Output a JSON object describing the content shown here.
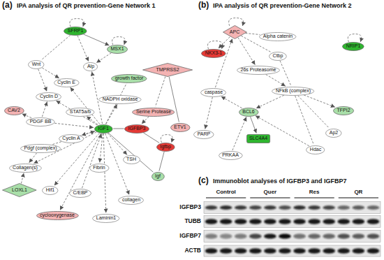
{
  "diagram": {
    "nodes": [
      {
        "text": [
          "SFRP1"
        ]
      },
      {
        "text": [
          "MSX1"
        ]
      },
      {
        "text": [
          "Wnt"
        ]
      },
      {
        "text": [
          "Alp"
        ]
      },
      {
        "text": [
          "Cyclin E"
        ]
      },
      {
        "text": [
          "Cyclin D"
        ]
      },
      {
        "text": [
          "growth factor"
        ]
      },
      {
        "text": [
          "TMPRSS2"
        ]
      },
      {
        "text": [
          "STAT5a/b"
        ]
      },
      {
        "text": [
          "NADPH oxidase"
        ]
      },
      {
        "text": [
          "Serine Protease"
        ]
      },
      {
        "text": [
          "CAV2"
        ]
      },
      {
        "text": [
          "PDGF BB"
        ]
      },
      {
        "text": [
          "ETV1"
        ]
      },
      {
        "text": [
          "IGF1"
        ]
      },
      {
        "text": [
          "IGFBP3"
        ]
      },
      {
        "text": [
          "Cyclin A"
        ]
      },
      {
        "text": [
          "Pdgf (complex)"
        ]
      },
      {
        "text": [
          "Igfbp"
        ]
      },
      {
        "text": [
          "Collagen(s)"
        ]
      },
      {
        "text": [
          "Fibrin"
        ]
      },
      {
        "text": [
          "TSH"
        ]
      },
      {
        "text": [
          "Igf"
        ]
      },
      {
        "text": [
          "LOXL1"
        ]
      },
      {
        "text": [
          "Hif1"
        ]
      },
      {
        "text": [
          "C/EBP"
        ]
      },
      {
        "text": [
          "collagen"
        ]
      },
      {
        "text": [
          "cyclooxygenase"
        ]
      },
      {
        "text": [
          "Laminin1"
        ]
      },
      {
        "text": [
          "APC"
        ]
      },
      {
        "text": [
          "Alpha catenin"
        ]
      },
      {
        "text": [
          "NKX3-1"
        ]
      },
      {
        "text": [
          "NRIP1"
        ]
      },
      {
        "text": [
          "Ctbp"
        ]
      },
      {
        "text": [
          "26s Proteasome"
        ]
      },
      {
        "text": [
          "caspase"
        ]
      },
      {
        "text": [
          "NFkB (complex)"
        ]
      },
      {
        "text": [
          "BCL6"
        ]
      },
      {
        "text": [
          "TFPI2"
        ]
      },
      {
        "text": [
          "Ap2"
        ]
      },
      {
        "text": [
          "SLC4A4"
        ]
      },
      {
        "text": [
          "PARP"
        ]
      },
      {
        "text": [
          "PRKAA"
        ]
      },
      {
        "text": [
          "Hdac"
        ]
      }
    ],
    "edges": [
      {
        "from": 0,
        "to": 0,
        "arrow": "to"
      },
      {
        "from": 0,
        "to": 2,
        "arrow": "none"
      },
      {
        "from": 0,
        "to": 3,
        "arrow": "to"
      },
      {
        "from": 0,
        "to": 1,
        "arrow": "to"
      },
      {
        "from": 1,
        "to": 1,
        "arrow": "to"
      },
      {
        "from": 1,
        "to": 3,
        "arrow": "to"
      },
      {
        "from": 2,
        "to": 5,
        "arrow": "to"
      },
      {
        "from": 2,
        "to": 4,
        "arrow": "to"
      },
      {
        "from": 14,
        "to": 3,
        "arrow": "to"
      },
      {
        "from": 14,
        "to": 6,
        "arrow": "none"
      },
      {
        "from": 7,
        "to": 13,
        "arrow": "none"
      },
      {
        "from": 7,
        "to": 10,
        "arrow": "none"
      },
      {
        "from": 10,
        "to": 15,
        "arrow": "to"
      },
      {
        "from": 14,
        "to": 9,
        "arrow": "to"
      },
      {
        "from": 14,
        "to": 8,
        "arrow": "to"
      },
      {
        "from": 14,
        "to": 5,
        "arrow": "to"
      },
      {
        "from": 14,
        "to": 4,
        "arrow": "to"
      },
      {
        "from": 12,
        "to": 14,
        "arrow": "to"
      },
      {
        "from": 12,
        "to": 11,
        "arrow": "to"
      },
      {
        "from": 12,
        "to": 5,
        "arrow": "to"
      },
      {
        "from": 17,
        "to": 14,
        "arrow": "to"
      },
      {
        "from": 14,
        "to": 16,
        "arrow": "to"
      },
      {
        "from": 15,
        "to": 14,
        "arrow": "none"
      },
      {
        "from": 15,
        "to": 18,
        "arrow": "none"
      },
      {
        "from": 18,
        "to": 18,
        "arrow": "to"
      },
      {
        "from": 18,
        "to": 22,
        "arrow": "none"
      },
      {
        "from": 14,
        "to": 22,
        "arrow": "none"
      },
      {
        "from": 14,
        "to": 21,
        "arrow": "to"
      },
      {
        "from": 14,
        "to": 20,
        "arrow": "to"
      },
      {
        "from": 14,
        "to": 26,
        "arrow": "to"
      },
      {
        "from": 14,
        "to": 28,
        "arrow": "to"
      },
      {
        "from": 25,
        "to": 14,
        "arrow": "to"
      },
      {
        "from": 14,
        "to": 27,
        "arrow": "to"
      },
      {
        "from": 14,
        "to": 19,
        "arrow": "to"
      },
      {
        "from": 14,
        "to": 24,
        "arrow": "to"
      },
      {
        "from": 23,
        "to": 19,
        "arrow": "to"
      },
      {
        "from": 17,
        "to": 19,
        "arrow": "to"
      },
      {
        "from": 29,
        "to": 29,
        "arrow": "to"
      },
      {
        "from": 31,
        "to": 31,
        "arrow": "to"
      },
      {
        "from": 32,
        "to": 32,
        "arrow": "to"
      },
      {
        "from": 29,
        "to": 30,
        "arrow": "none"
      },
      {
        "from": 29,
        "to": 33,
        "arrow": "none"
      },
      {
        "from": 29,
        "to": 34,
        "arrow": "to"
      },
      {
        "from": 29,
        "to": 31,
        "arrow": "to"
      },
      {
        "from": 35,
        "to": 29,
        "arrow": "to"
      },
      {
        "from": 34,
        "to": 36,
        "arrow": "to"
      },
      {
        "from": 33,
        "to": 36,
        "arrow": "none"
      },
      {
        "from": 35,
        "to": 41,
        "arrow": "to"
      },
      {
        "from": 36,
        "to": 37,
        "arrow": "to"
      },
      {
        "from": 36,
        "to": 38,
        "arrow": "to"
      },
      {
        "from": 36,
        "to": 39,
        "arrow": "none"
      },
      {
        "from": 36,
        "to": 43,
        "arrow": "none"
      },
      {
        "from": 37,
        "to": 40,
        "arrow": "to"
      },
      {
        "from": 42,
        "to": 37,
        "arrow": "to"
      },
      {
        "from": 37,
        "to": 35,
        "arrow": "to"
      },
      {
        "from": 43,
        "to": 37,
        "arrow": "to"
      }
    ],
    "labels": [
      "(a)",
      "IPA analysis of QR prevention-Gene Network 1",
      "(b)",
      "IPA analysis of QR prevention-Gene Network 2",
      "(c)",
      "Immunoblot analyses of IGFBP3 and IGFBP7",
      "Control",
      "Quer",
      "Res",
      "QR",
      "IGFBP3",
      "TUBB",
      "IGFBP7",
      "ACTB"
    ]
  }
}
